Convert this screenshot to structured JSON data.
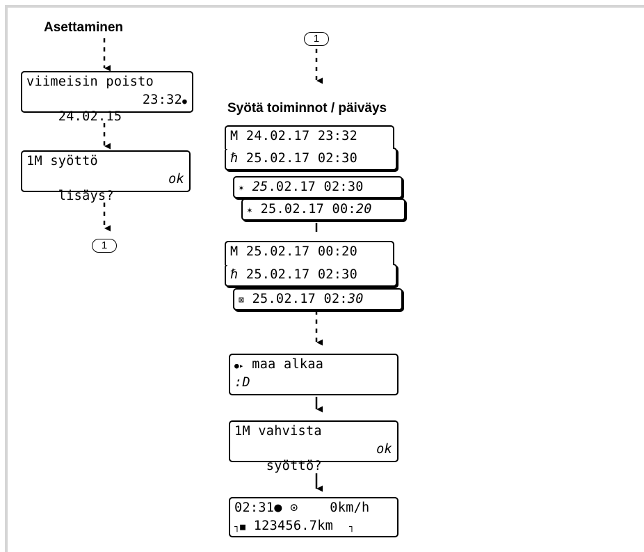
{
  "left": {
    "heading": "Asettaminen",
    "display1": {
      "line1": "viimeisin poisto",
      "line2_date": "24.02.15",
      "line2_time": "23:32",
      "line2_icon": "●"
    },
    "display2": {
      "line1": "1M syöttö",
      "line2": "lisäys?",
      "line2_ok": "ok"
    },
    "ref": "1"
  },
  "right": {
    "ref": "1",
    "heading": "Syötä toiminnot / päiväys",
    "stack1": {
      "a": "M 24.02.17 23:32",
      "b_icon": "ℏ",
      "b": " 25.02.17 02:30",
      "c_icon": "✶",
      "c_day": "25",
      "c_rest": ".02.17 02:30",
      "d_icon": "✶",
      "d_pre": " 25.02.17 00:",
      "d_min": "20"
    },
    "stack2": {
      "a": "M 25.02.17 00:20",
      "b_icon": "ℏ",
      "b": " 25.02.17 02:30",
      "c_icon": "⊠",
      "c_pre": " 25.02.17 02:",
      "c_min": "30"
    },
    "country": {
      "line1_icon": "●▸",
      "line1": " maa alkaa",
      "line2": ":D"
    },
    "confirm": {
      "line1": "1M vahvista",
      "line2": "syöttö?",
      "line2_ok": "ok"
    },
    "standard": {
      "line1": "02:31● ⊙    0km/h",
      "line2_icon": "┐■",
      "line2": " 123456.7km  ",
      "line2_end": "┐"
    }
  }
}
